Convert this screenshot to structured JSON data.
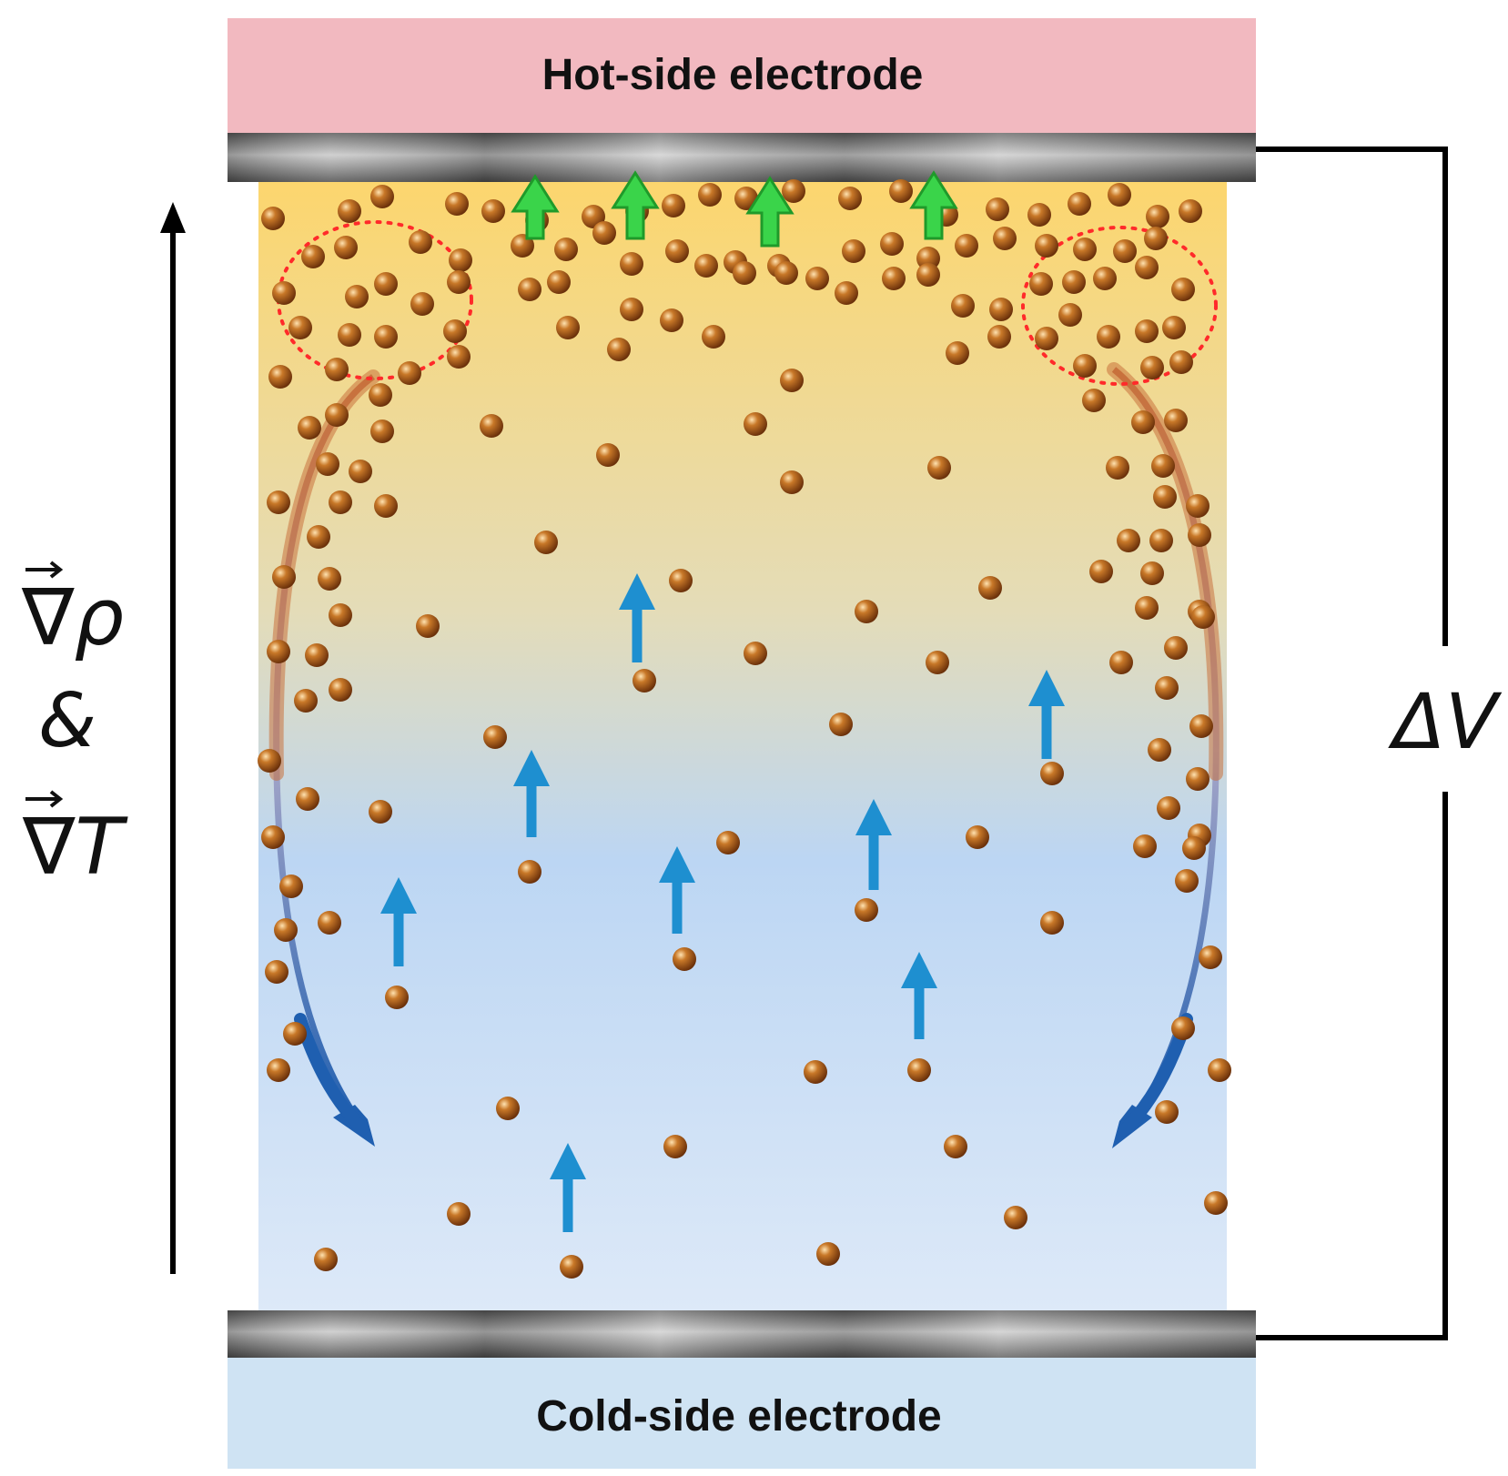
{
  "diagram": {
    "hot_electrode_label": "Hot-side electrode",
    "cold_electrode_label": "Cold-side electrode",
    "gradient_label": {
      "line1": "∇ρ",
      "line2": "&",
      "line3": "∇T"
    },
    "voltage_label": "ΔV"
  },
  "colors": {
    "hot_electrode": "#f2b9c0",
    "cold_electrode": "#cfe3f3",
    "electrolyte_top": "#fcd66e",
    "electrolyte_bottom": "#dce9f7",
    "metal_plate": "#8b8b8b",
    "particle": "#b8641c",
    "ion_arrow": "#1e8fd0",
    "surface_arrow": "#3ad44a",
    "circulation_warm": "#c8713c",
    "circulation_cool": "#1f5fb0",
    "cluster_outline": "#ff2a2a"
  },
  "icons": {
    "particle": "sphere-icon",
    "ion_flux": "up-arrow-icon",
    "surface_reaction": "up-arrow-icon",
    "convection": "curved-arrow-icon"
  }
}
